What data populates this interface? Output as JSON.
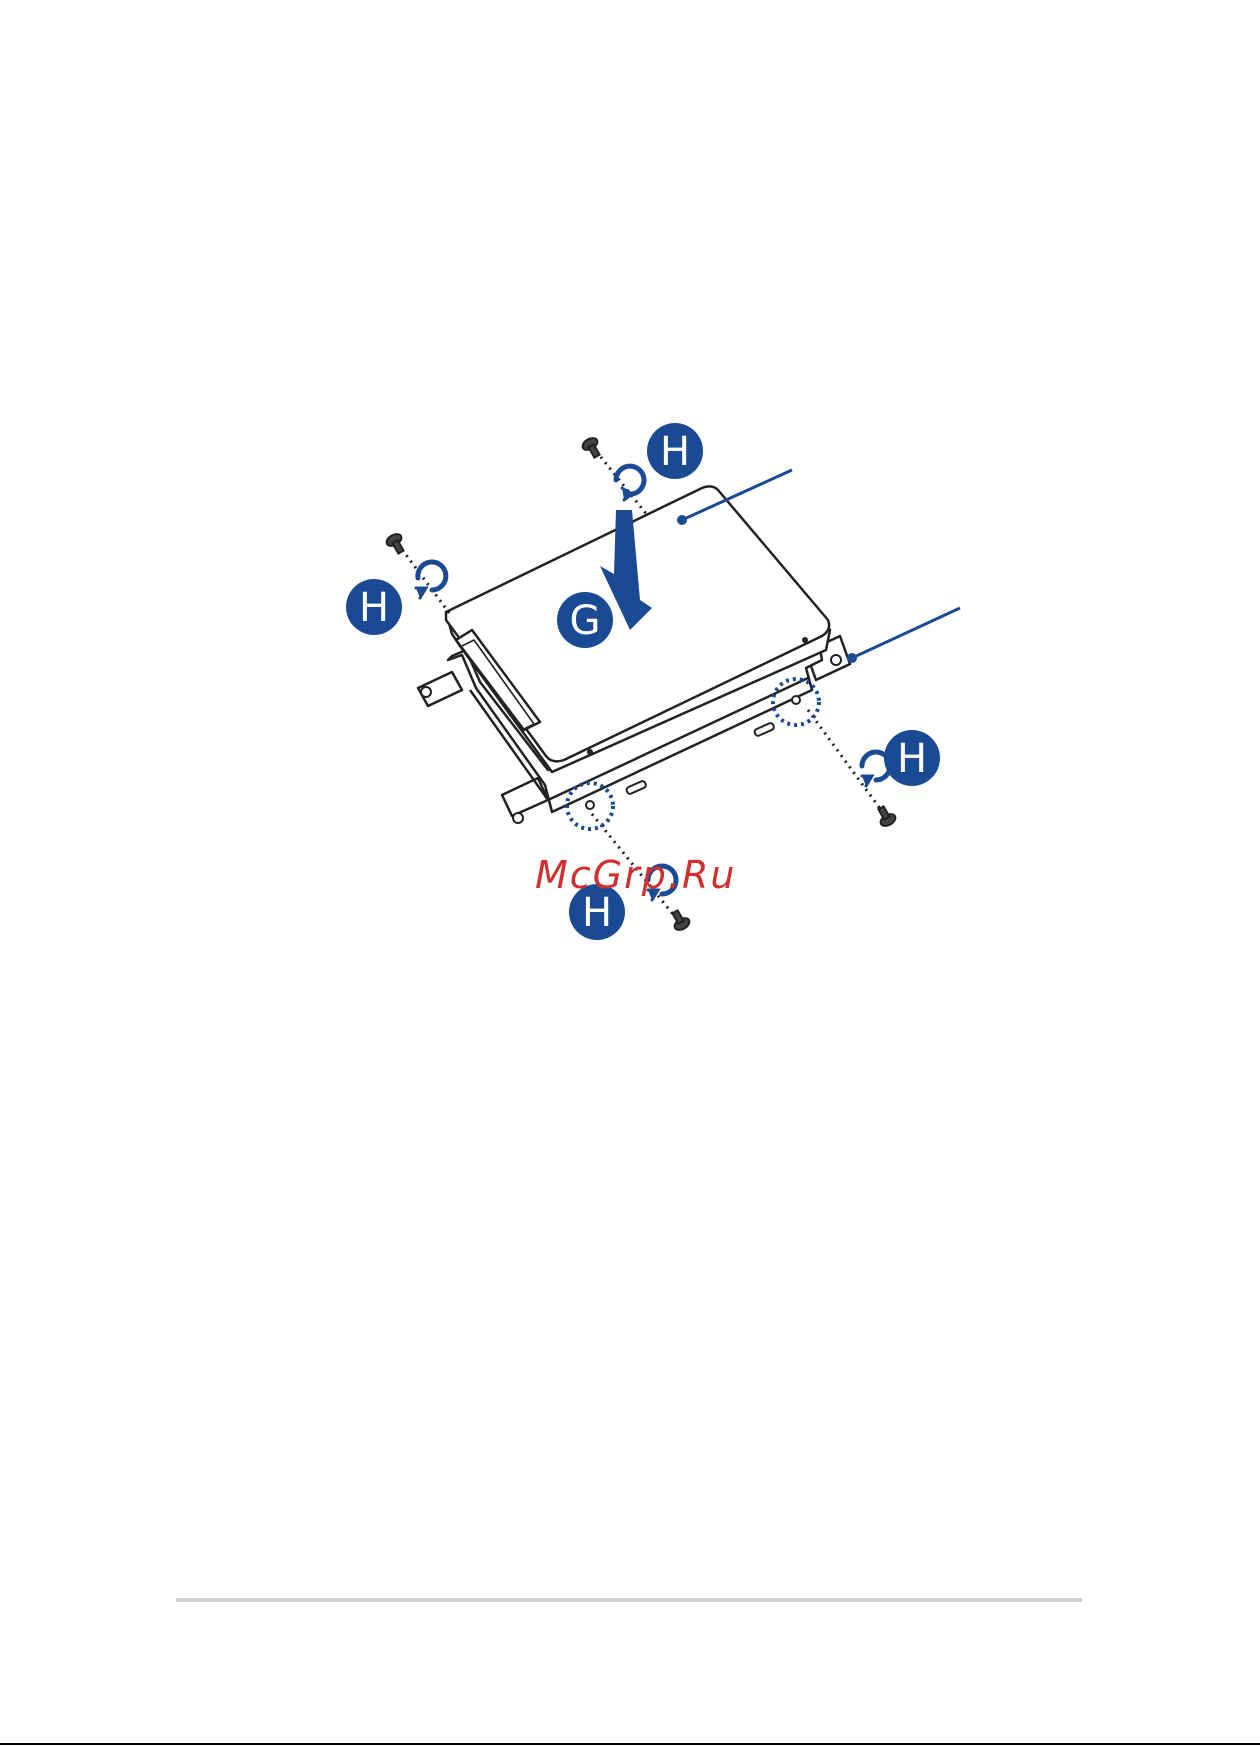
{
  "diagram": {
    "callouts": {
      "g": "G",
      "h_top": "H",
      "h_left": "H",
      "h_right": "H",
      "h_bottom": "H"
    },
    "watermark": "McGrp.Ru"
  },
  "colors": {
    "accent": "#1a4a94",
    "line": "#222222",
    "watermark": "#d32f2f",
    "footer_rule": "#cfcfcf"
  }
}
